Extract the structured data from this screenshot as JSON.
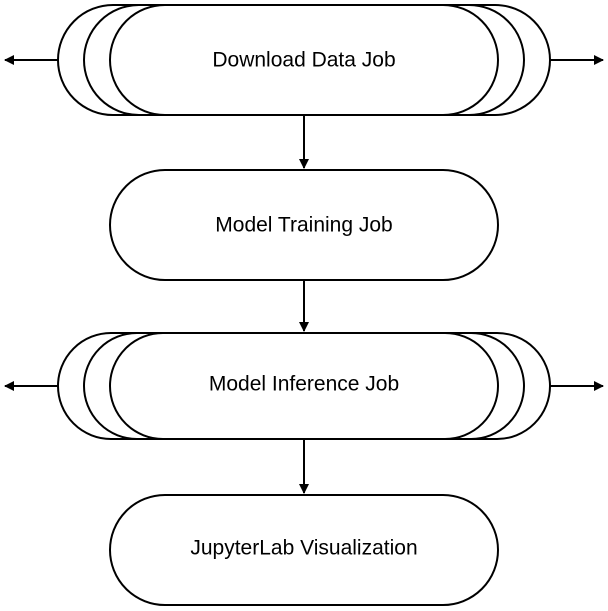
{
  "diagram": {
    "nodes": [
      {
        "id": "download",
        "label": "Download Data Job",
        "stacked": true
      },
      {
        "id": "training",
        "label": "Model Training Job",
        "stacked": false
      },
      {
        "id": "inference",
        "label": "Model Inference Job",
        "stacked": true
      },
      {
        "id": "viz",
        "label": "JupyterLab Visualization",
        "stacked": false
      }
    ],
    "edges": [
      {
        "from": "download",
        "to": "training"
      },
      {
        "from": "training",
        "to": "inference"
      },
      {
        "from": "inference",
        "to": "viz"
      }
    ],
    "colors": {
      "stroke": "#000000",
      "fill": "#ffffff"
    }
  }
}
